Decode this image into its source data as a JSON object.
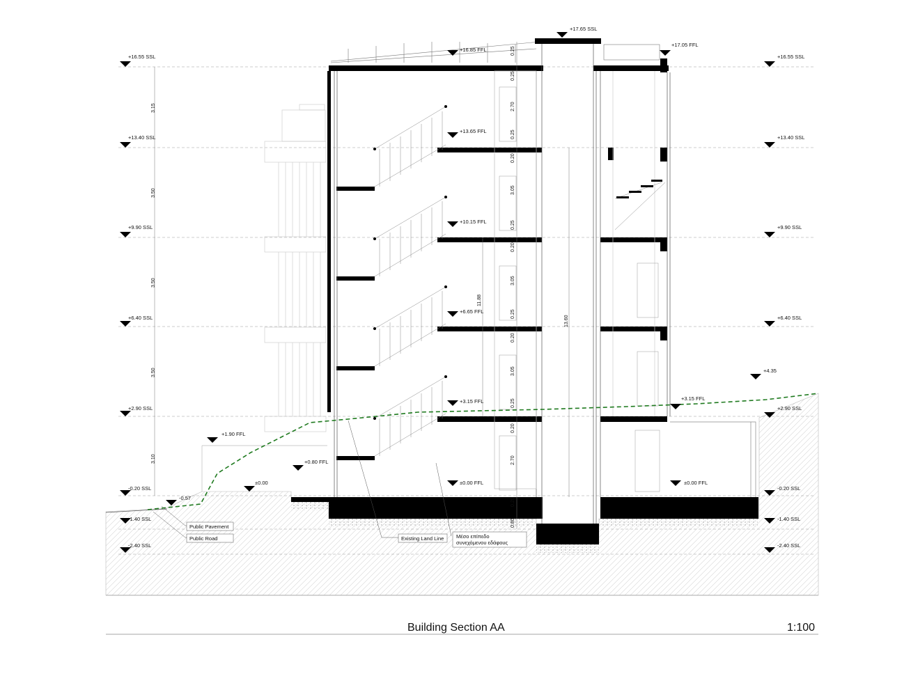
{
  "title": "Building Section AA",
  "scale": "1:100",
  "levels": {
    "top_ssl": "+17.65 SSL",
    "roof_ffl": "+16.85 FFL",
    "stair_top_ffl": "+17.05 FFL",
    "l16_55": "+16.55 SSL",
    "l13_40": "+13.40 SSL",
    "l13_65_ffl": "+13.65 FFL",
    "l9_90": "+9.90 SSL",
    "l10_15_ffl": "+10.15 FFL",
    "l6_40": "+6.40 SSL",
    "l6_65_ffl": "+6.65 FFL",
    "l4_35": "+4.35",
    "l2_90": "+2.90 SSL",
    "l3_15_ffl": "+3.15 FFL",
    "l1_90_ffl": "+1.90 FFL",
    "l0_80_ffl": "+0.80 FFL",
    "l0_00": "±0.00",
    "l0_00_ffl": "±0.00 FFL",
    "lm0_20": "-0.20 SSL",
    "lm0_57": "-0.57",
    "lm1_40": "-1.40 SSL",
    "lm2_40": "-2.40 SSL"
  },
  "dims": {
    "d315": "3.15",
    "d350": "3.50",
    "d310": "3.10",
    "d025": "0.25",
    "d270": "2.70",
    "d020": "0.20",
    "d305": "3.05",
    "d080": "0.80",
    "d1188": "11.88",
    "d1360": "13.60"
  },
  "notes": {
    "pavement": "Public Pavement",
    "road": "Public Road",
    "land_line": "Existing Land Line",
    "avg_ground_1": "Μέσο επίπεδο",
    "avg_ground_2": "συνεχόμενου εδάφους"
  },
  "colors": {
    "land_line": "#1f7a1f",
    "solid": "#000000",
    "ground_hatch": "#d6d6d6"
  }
}
